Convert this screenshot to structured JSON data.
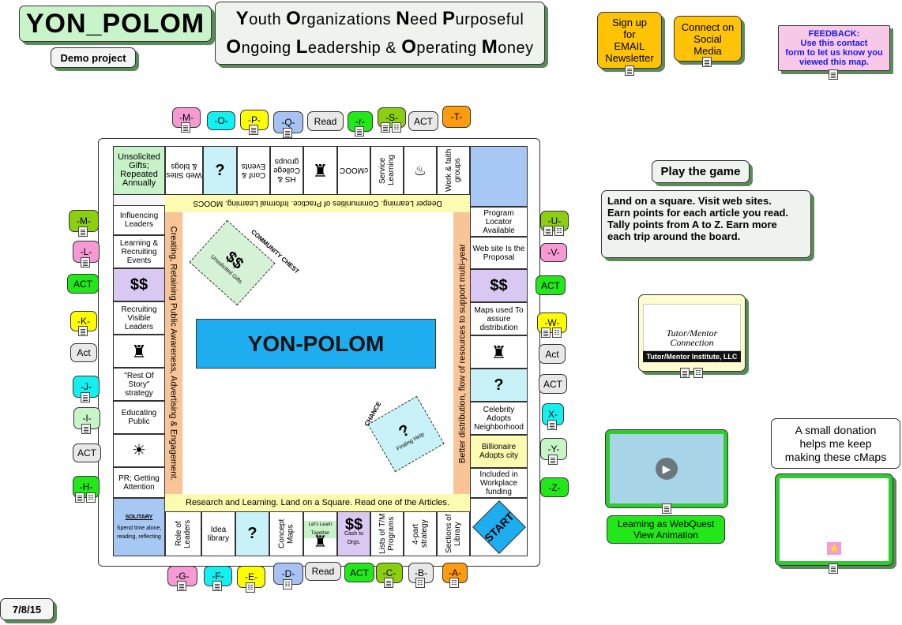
{
  "header": {
    "logo": "YON_POLOM",
    "demo": "Demo project",
    "acronym_line1": [
      "Y",
      "outh ",
      "O",
      "rganizations ",
      "N",
      "eed ",
      "P",
      "urposeful"
    ],
    "acronym_line2": [
      "O",
      "ngoing ",
      "L",
      "eadership & ",
      "O",
      "perating ",
      "M",
      "oney"
    ]
  },
  "top_right": {
    "signup": "Sign up\nfor\nEMAIL\nNewsletter",
    "social": "Connect on\nSocial\nMedia",
    "feedback": "FEEDBACK:\nUse this contact\nform to let us know you\nviewed this map."
  },
  "game": {
    "play_title": "Play the game",
    "instructions": "Land on a square. Visit web sites.\nEarn points for each article you read.\nTally points from A to Z.  Earn more\neach trip around the board.",
    "tutor_logo": "Tutor/Mentor\nConnection",
    "tutor_caption": "Tutor/Mentor Institute, LLC",
    "webquest": "Learning as WebQuest\nView Animation",
    "donation": "A small donation\nhelps me keep\nmaking these cMaps",
    "date": "7/8/15"
  },
  "board": {
    "center": "YON-POLOM",
    "start": "START",
    "side_top": "Deeper Learning. Communities of Practice. Informal Learning. MOOCS",
    "side_bottom": "Research and Learning.  Land on a Square. Read one of the Articles.",
    "side_left": "Creating, Retaining Public Awareness, Advertising & Engagement.",
    "side_right": "Better distribution, flow of resources to support multi-year",
    "chance": "CHANCE",
    "community_chest": "COMMUNITY CHEST",
    "finding_help": "Finding Help",
    "unsolicited": "Unsolicited Gifts",
    "left_tiles": [
      "Unsolicited Gifts; Repeated Annually",
      "Influencing Leaders",
      "Learning & Recruiting Events",
      "Recruiting Visible Leaders",
      "\"Rest Of Story\" strategy",
      "Educating Public",
      "PR; Getting Attention"
    ],
    "right_tiles": [
      "Program Locator Available",
      "Web site Is the Proposal",
      "Maps used To assure distribution",
      "Celebrity Adopts Neighborhood",
      "Billionaire Adopts city",
      "Included in Workplace funding"
    ],
    "bottom_tiles": [
      "Role of Leaders",
      "Idea library",
      "Concept Maps",
      "Lists of T/M Programs",
      "4-part strategy",
      "Sections of Library"
    ],
    "top_tiles": [
      "Web Sites & blogs",
      "Conf & Events",
      "HS & College groups",
      "cMOOC",
      "Service Learning",
      "Work & faith groups"
    ],
    "solitary": "SOLITARY",
    "solitary_text": "Spend time alone, reading, reflecting",
    "lets_learn": "Let's Learn Together",
    "cash_to_orgs": "Cash to Orgs.",
    "qmark": "?",
    "dollars": "$$"
  },
  "letters": {
    "top": [
      "-M-",
      "-O-",
      "-P-",
      "-Q-",
      "Read",
      "-r-",
      "-S-",
      "ACT",
      "-T-"
    ],
    "left": [
      "-M-",
      "-L-",
      "ACT",
      "-K-",
      "Act",
      "-J-",
      "-I-",
      "ACT",
      "-H-"
    ],
    "right": [
      "-U-",
      "-V-",
      "ACT",
      "-W-",
      "Act",
      "ACT",
      "X-",
      "-Y-",
      "-Z-"
    ],
    "bottom": [
      "-G-",
      "-F-",
      "-E-",
      "-D-",
      "Read",
      "ACT",
      "-C-",
      "-B-",
      "-A-"
    ]
  },
  "colors": {
    "green": "#22e81a",
    "pink": "#f59ad2",
    "cyan": "#14f0f0",
    "yellow": "#fefe00",
    "periwinkle": "#a7c2f2",
    "gray": "#e8e8e8",
    "olive": "#8cce10",
    "orange": "#fe9b0e",
    "lime": "#c8f5c8",
    "blue_center": "#1eaef0",
    "header_bg": "#e8f0e8"
  }
}
